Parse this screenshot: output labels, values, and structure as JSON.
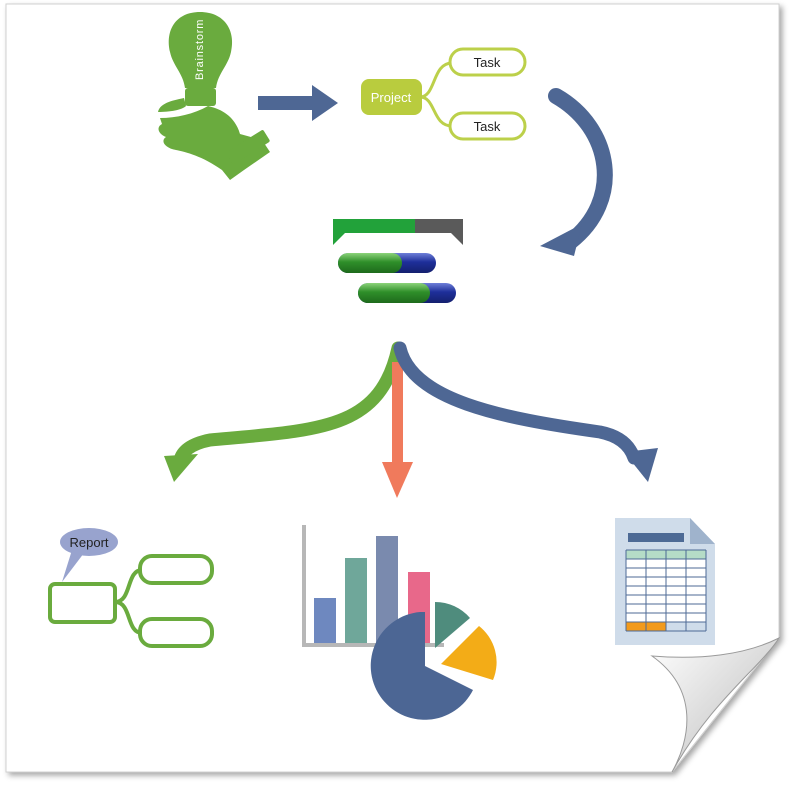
{
  "labels": {
    "brainstorm": "Brainstorm",
    "project": "Project",
    "task_top": "Task",
    "task_bottom": "Task",
    "report": "Report"
  },
  "colors": {
    "green": "#6AAB3E",
    "bright_green": "#5AB030",
    "lime": "#B9CC3E",
    "lime_outline": "#BCD04A",
    "navy_arrow": "#4E6794",
    "salmon_arrow": "#F07A5C",
    "teal_bar": "#6FA79A",
    "blue_bar": "#6E88BF",
    "slate_bar": "#7A8AAE",
    "pink_bar": "#E8688A",
    "pie_navy": "#4C6694",
    "pie_teal": "#4F8C7D",
    "pie_orange": "#F3AC17",
    "report_bubble": "#98A3CE",
    "sheet_blue": "#CFDCEA",
    "sheet_header": "#4D6A95",
    "sheet_highlight": "#F29A1C"
  },
  "icons": [
    "lightbulb-hand-icon",
    "mind-map-icon",
    "gantt-chart-icon",
    "bar-pie-chart-icon",
    "spreadsheet-icon"
  ]
}
